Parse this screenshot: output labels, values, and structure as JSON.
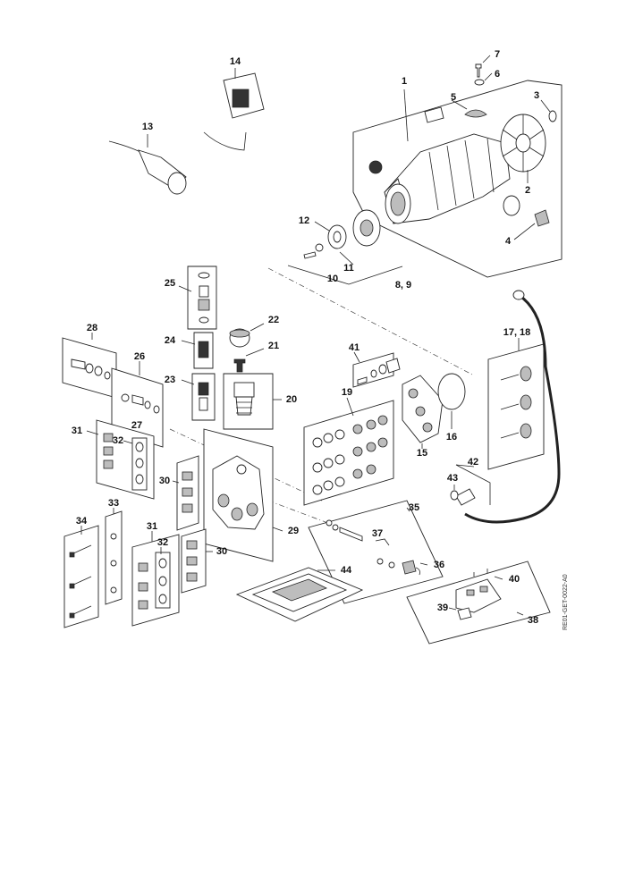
{
  "diagram": {
    "part_numbers": {
      "n1": "1",
      "n2": "2",
      "n3": "3",
      "n4": "4",
      "n5": "5",
      "n6": "6",
      "n7": "7",
      "n8_9": "8, 9",
      "n10": "10",
      "n11": "11",
      "n12": "12",
      "n13": "13",
      "n14": "14",
      "n15": "15",
      "n16": "16",
      "n17_18": "17, 18",
      "n19": "19",
      "n20": "20",
      "n21": "21",
      "n22": "22",
      "n23": "23",
      "n24": "24",
      "n25": "25",
      "n26": "26",
      "n27": "27",
      "n28": "28",
      "n29": "29",
      "n30a": "30",
      "n30b": "30",
      "n31a": "31",
      "n31b": "31",
      "n32a": "32",
      "n32b": "32",
      "n33": "33",
      "n34": "34",
      "n35": "35",
      "n36": "36",
      "n37": "37",
      "n38": "38",
      "n39": "39",
      "n40": "40",
      "n41": "41",
      "n42": "42",
      "n43": "43",
      "n44": "44"
    },
    "reference_code": "RE01-GET-0022-A0"
  }
}
